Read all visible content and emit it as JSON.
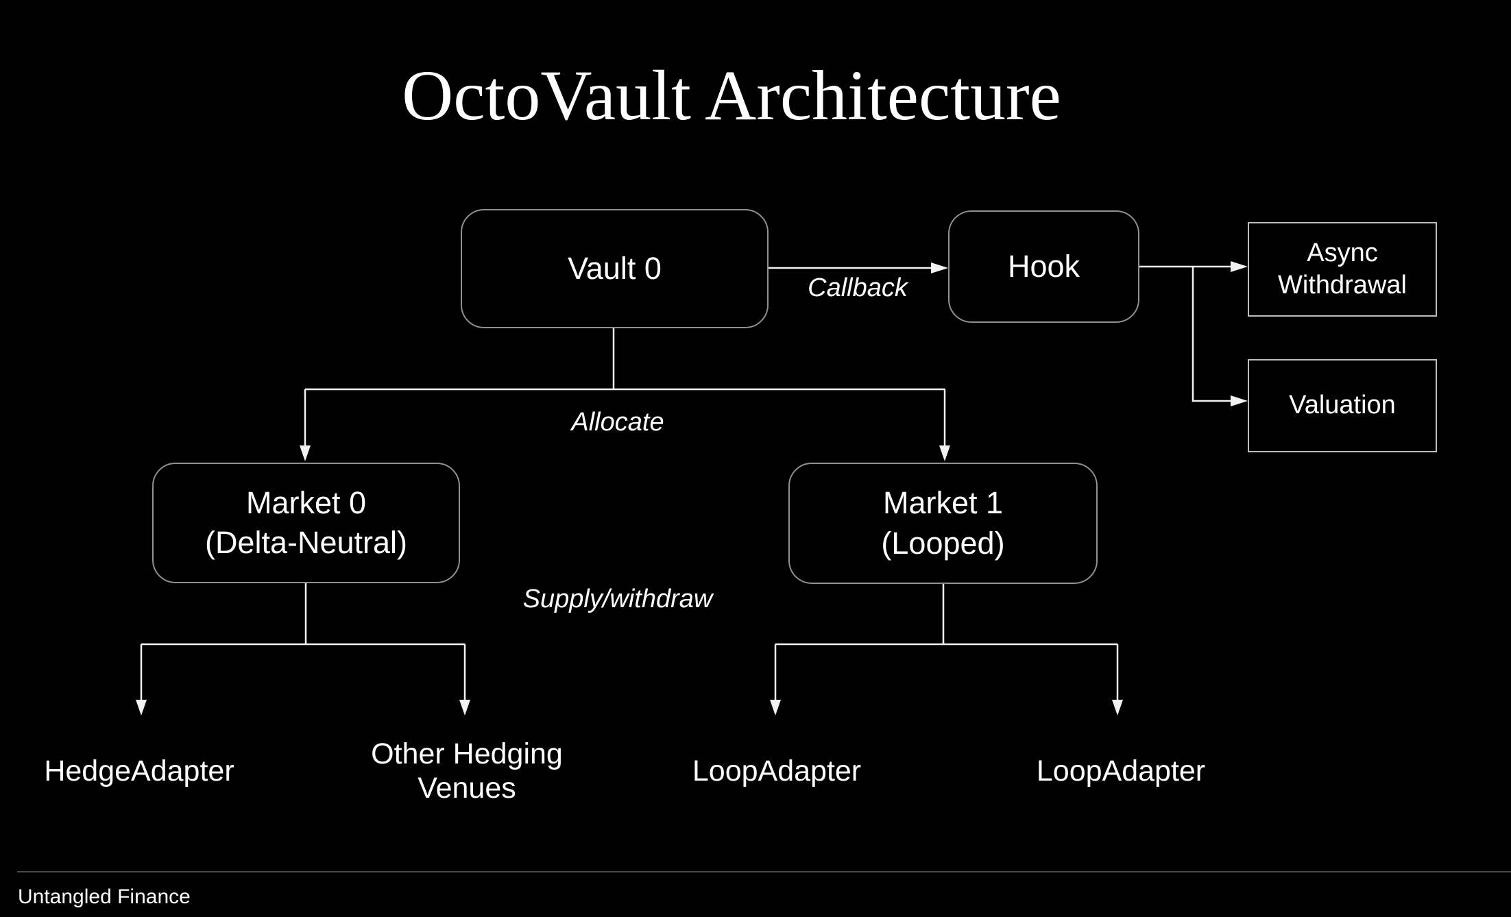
{
  "title": "OctoVault Architecture",
  "nodes": {
    "vault0": "Vault 0",
    "hook": "Hook",
    "async_withdrawal": "Async Withdrawal",
    "valuation": "Valuation",
    "market0_line1": "Market 0",
    "market0_line2": "(Delta-Neutral)",
    "market1_line1": "Market 1",
    "market1_line2": "(Looped)",
    "hedge_adapter": "HedgeAdapter",
    "other_hedging_venues": "Other Hedging Venues",
    "loop_adapter_left": "LoopAdapter",
    "loop_adapter_right": "LoopAdapter"
  },
  "edge_labels": {
    "callback": "Callback",
    "allocate": "Allocate",
    "supply_withdraw": "Supply/withdraw"
  },
  "footer": {
    "brand": "Untangled Finance"
  },
  "colors": {
    "background": "#000000",
    "node_text": "#ffffff",
    "rounded_border": "#909090",
    "square_border": "#bdbdbd",
    "connector": "#f2f2f2",
    "divider": "#4a4a4a"
  }
}
